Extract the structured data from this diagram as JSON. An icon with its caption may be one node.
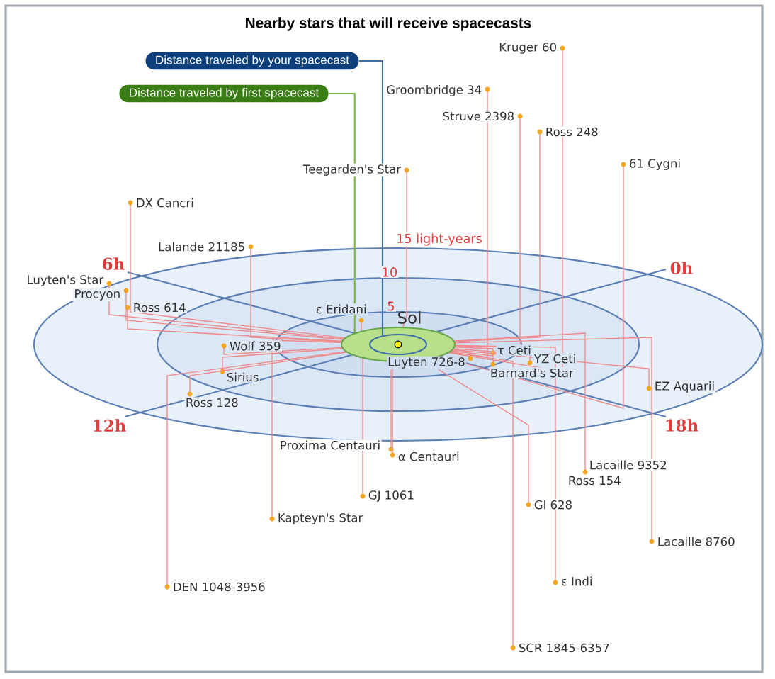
{
  "diagram": {
    "title": "Nearby stars that will receive spacecasts",
    "nodes": [
      {
        "text": [
          "Distance traveled by your spacecast"
        ]
      },
      {
        "text": [
          "Distance traveled by first spacecast"
        ]
      },
      {
        "text": [],
        "shape": "ellipse"
      },
      {
        "text": [],
        "shape": "ellipse",
        "in": 2
      }
    ],
    "edges": [
      {
        "from": 0,
        "to": 3,
        "arrow": "none",
        "color": "#3f6fa8"
      },
      {
        "from": 1,
        "to": 2,
        "arrow": "none",
        "color": "#7ab648"
      }
    ],
    "labels": [
      "Kruger 60",
      "Groombridge 34",
      "Struve 2398",
      "Ross 248",
      "61 Cygni",
      "Teegarden's Star",
      "DX Cancri",
      "15 light-years",
      "Lalande 21185",
      "6h",
      "0h",
      "10",
      "Luyten's Star",
      "Procyon",
      "Ross 614",
      "ε Eridani",
      "5",
      "Sol",
      "Wolf 359",
      "τ Ceti",
      "YZ Ceti",
      "Luyten 726-8",
      "Barnard's Star",
      "Sirius",
      "EZ Aquarii",
      "Ross 128",
      "12h",
      "18h",
      "Proxima Centauri",
      "α Centauri",
      "Lacaille 9352",
      "Ross 154",
      "GJ 1061",
      "Gl 628",
      "Kapteyn's Star",
      "Lacaille 8760",
      "ε Indi",
      "DEN 1048-3956",
      "SCR 1845-6357"
    ]
  }
}
